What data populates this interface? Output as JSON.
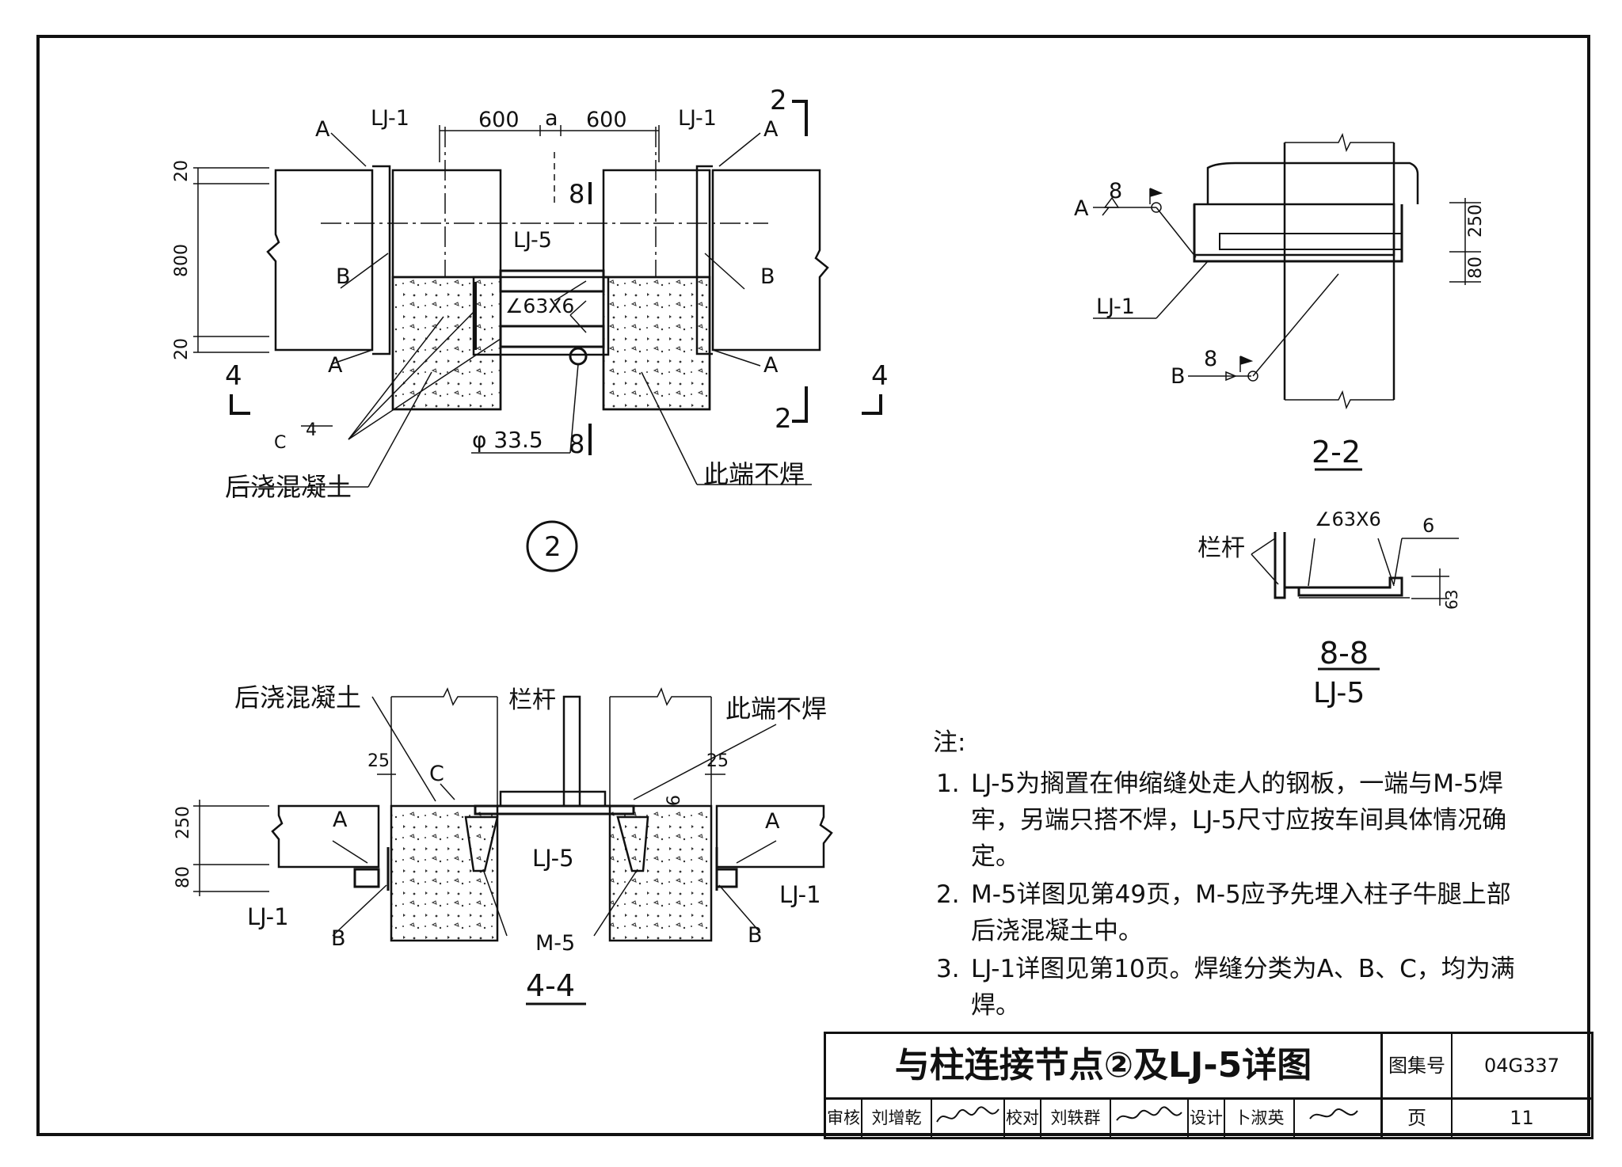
{
  "detail_2": {
    "marker": "2",
    "labels": {
      "lj1_left": "LJ-1",
      "dim_600_left": "600",
      "dim_a": "a",
      "dim_600_right": "600",
      "lj1_right": "LJ-1",
      "cut_2_top": "2",
      "cut_2_bottom": "2",
      "cut_4_left": "4",
      "cut_4_right": "4",
      "cut_8_top": "8",
      "cut_8_bottom": "8",
      "dim_20_top": "20",
      "dim_800": "800",
      "dim_20_bottom": "20",
      "weld_a_tl": "A",
      "weld_b_l": "B",
      "weld_a_bl": "A",
      "weld_a_tr": "A",
      "weld_b_r": "B",
      "weld_a_br": "A",
      "lj5": "LJ-5",
      "angle": "∠63X6",
      "weld_c": "C",
      "weld_c_size": "4",
      "pipe": "φ 33.5",
      "post_concrete": "后浇混凝土",
      "no_weld": "此端不焊"
    }
  },
  "section_2_2": {
    "title": "2-2",
    "labels": {
      "weld_a": "A",
      "weld_a_size": "8",
      "weld_b": "B",
      "weld_b_size": "8",
      "lj1": "LJ-1",
      "dim_250": "250",
      "dim_80": "80"
    }
  },
  "section_8_8": {
    "title": "8-8",
    "subtitle": "LJ-5",
    "labels": {
      "railing": "栏杆",
      "angle": "∠63X6",
      "weld_size": "6",
      "dim_63": "63"
    }
  },
  "section_4_4": {
    "title": "4-4",
    "labels": {
      "post_concrete": "后浇混凝土",
      "railing": "栏杆",
      "no_weld": "此端不焊",
      "dim_25_left": "25",
      "dim_25_right": "25",
      "weld_c": "C",
      "dim_6": "6",
      "dim_250": "250",
      "dim_80": "80",
      "weld_a_left": "A",
      "weld_a_right": "A",
      "lj5": "LJ-5",
      "lj1_left": "LJ-1",
      "lj1_right": "LJ-1",
      "weld_b_left": "B",
      "weld_b_right": "B",
      "m5": "M-5"
    }
  },
  "notes": {
    "heading": "注:",
    "items": [
      {
        "num": "1.",
        "text": "LJ-5为搁置在伸缩缝处走人的钢板，一端与M-5焊牢，另端只搭不焊，LJ-5尺寸应按车间具体情况确定。"
      },
      {
        "num": "2.",
        "text": "M-5详图见第49页，M-5应予先埋入柱子牛腿上部后浇混凝土中。"
      },
      {
        "num": "3.",
        "text": "LJ-1详图见第10页。焊缝分类为A、B、C，均为满焊。"
      }
    ]
  },
  "title_block": {
    "title": "与柱连接节点②及LJ-5详图",
    "atlas_label": "图集号",
    "atlas_no": "04G337",
    "review_label": "审核",
    "reviewer": "刘增乾",
    "check_label": "校对",
    "checker": "刘轶群",
    "design_label": "设计",
    "designer": "卜淑英",
    "page_label": "页",
    "page_no": "11"
  }
}
